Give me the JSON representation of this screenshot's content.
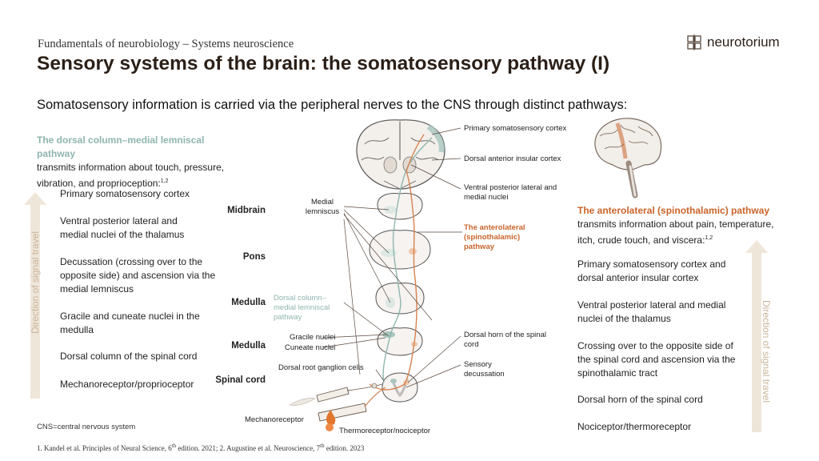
{
  "header": {
    "kicker": "Fundamentals of neurobiology – Systems neuroscience",
    "title": "Sensory systems of the brain: the somatosensory pathway (I)",
    "subtitle": "Somatosensory information is carried via the peripheral nerves to the CNS through distinct pathways:",
    "logo_text": "neurotorium"
  },
  "colors": {
    "dorsal": "#8fb5ae",
    "anterolateral": "#c8642a",
    "arrow": "#efe6da",
    "vert_text": "#c9b59a"
  },
  "left": {
    "heading": "The dorsal column–medial lemniscal pathway",
    "description": "transmits information about touch, pressure, vibration, and proprioception:",
    "ref": "1,2",
    "direction_label": "Direction of signal travel",
    "items": [
      "Primary somatosensory cortex",
      "Ventral posterior lateral and medial nuclei of the thalamus",
      "Decussation (crossing over to the opposite side) and ascension via the medial lemniscus",
      "Gracile and cuneate nuclei in the medulla",
      "Dorsal column of the spinal cord",
      "Mechanoreceptor/proprioceptor"
    ]
  },
  "right": {
    "heading": "The anterolateral (spinothalamic) pathway",
    "description": "transmits information about pain, temperature, itch, crude touch, and viscera:",
    "ref": "1,2",
    "direction_label": "Direction of signal travel",
    "items": [
      "Primary somatosensory cortex and dorsal anterior insular cortex",
      "Ventral posterior lateral and medial nuclei of the thalamus",
      "Crossing over to the opposite side of the spinal cord and ascension via the spinothalamic tract",
      "Dorsal horn of the spinal cord",
      "Nociceptor/thermoreceptor"
    ]
  },
  "diagram": {
    "levels": [
      "Midbrain",
      "Pons",
      "Medulla",
      "Medulla",
      "Spinal cord"
    ],
    "labels": {
      "primary_cortex": "Primary somatosensory cortex",
      "insular": "Dorsal anterior insular cortex",
      "vpl": "Ventral posterior lateral and medial nuclei",
      "anterolateral": "The anterolateral (spinothalamic) pathway",
      "medial_lemniscus": "Medial lemniscus",
      "dorsal_column": "Dorsal column–medial lemniscal pathway",
      "gracile": "Gracile nuclei",
      "cuneate": "Cuneate nuclei",
      "dorsal_horn": "Dorsal horn of the spinal cord",
      "sensory_decussation": "Sensory decussation",
      "drg": "Dorsal root ganglion cells",
      "mechanoreceptor": "Mechanoreceptor",
      "thermoreceptor": "Thermoreceptor/nociceptor"
    }
  },
  "footer": {
    "cns_note": "CNS=central nervous system",
    "ref1": "1. Kandel et al. Principles of Neural Science, 6",
    "ref1_sup": "th",
    "ref1_end": " edition. 2021; 2. Augustine et al. Neuroscience, 7",
    "ref2_sup": "th",
    "ref2_end": " edition. 2023"
  }
}
